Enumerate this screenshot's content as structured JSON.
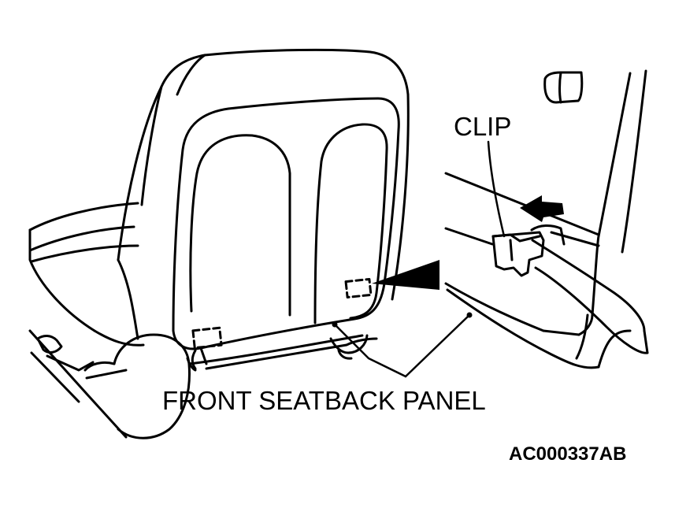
{
  "labels": {
    "clip": "CLIP",
    "front_seatback_panel": "FRONT SEATBACK PANEL",
    "figure_code": "AC000337AB"
  },
  "colors": {
    "ink": "#000000",
    "paper": "#ffffff"
  },
  "icons": {
    "push_arrow": "arrow-left-icon",
    "pointer": "wedge-pointer-icon"
  }
}
